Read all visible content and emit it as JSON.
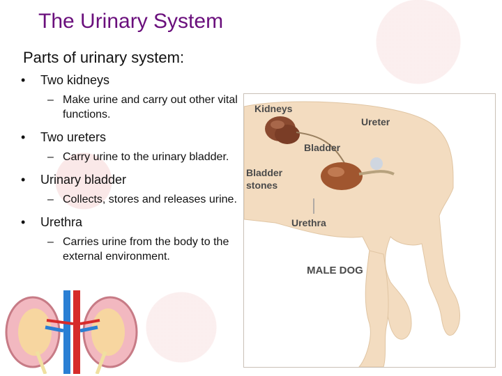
{
  "slide": {
    "title": "The Urinary System",
    "subtitle": "Parts of urinary system:",
    "bullets": [
      {
        "text": "Two kidneys",
        "sub": "Make urine and carry out other vital functions."
      },
      {
        "text": "Two ureters",
        "sub": "Carry urine to the urinary bladder."
      },
      {
        "text": "Urinary bladder",
        "sub": "Collects, stores and releases urine."
      },
      {
        "text": "Urethra",
        "sub": "Carries urine from the body to the external environment."
      }
    ]
  },
  "diagram": {
    "labels": {
      "kidneys": "Kidneys",
      "ureter": "Ureter",
      "bladder": "Bladder",
      "bladder_stones_line1": "Bladder",
      "bladder_stones_line2": "stones",
      "urethra": "Urethra",
      "caption": "MALE DOG"
    }
  },
  "colors": {
    "title": "#6a0f7c",
    "dog_body": "#f3dcc0",
    "kidney": "#8a4a30",
    "bladder": "#a0562f"
  }
}
